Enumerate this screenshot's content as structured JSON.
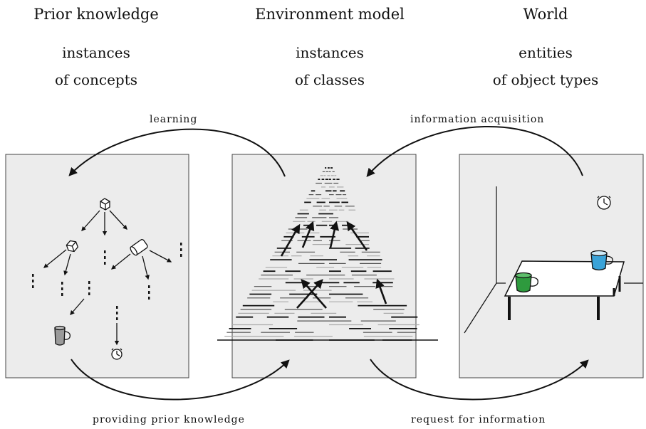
{
  "columns": [
    {
      "title": "Prior knowledge",
      "subtitle_line1": "instances",
      "subtitle_line2": "of concepts"
    },
    {
      "title": "Environment model",
      "subtitle_line1": "instances",
      "subtitle_line2": "of classes"
    },
    {
      "title": "World",
      "subtitle_line1": "entities",
      "subtitle_line2": "of object types"
    }
  ],
  "arrows": {
    "learning": "learning",
    "information_acquisition": "information acquisition",
    "providing_prior_knowledge": "providing prior knowledge",
    "request_for_information": "request for information"
  },
  "colors": {
    "panel_fill": "#ececec",
    "panel_border": "#444444",
    "cup_gray": "#9a9a9a",
    "cup_green": "#2e9a3e",
    "cup_blue": "#3aa3d8"
  }
}
